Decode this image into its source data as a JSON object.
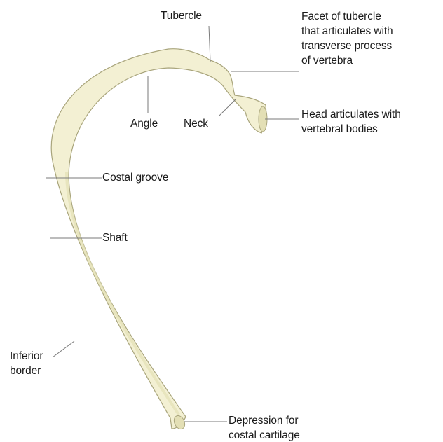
{
  "colors": {
    "bone_fill": "#f3f0d3",
    "bone_shade": "#e3dfb5",
    "bone_outline": "#a9a57c",
    "leader_line": "#7a7a7a",
    "text": "#1a1a1a"
  },
  "labels": {
    "tubercle": "Tubercle",
    "facet": [
      "Facet of tubercle",
      "that articulates with",
      "transverse process",
      "of vertebra"
    ],
    "angle": "Angle",
    "neck": "Neck",
    "head": [
      "Head articulates with",
      "vertebral bodies"
    ],
    "costal_groove": "Costal groove",
    "shaft": "Shaft",
    "inferior_border": [
      "Inferior",
      "border"
    ],
    "depression": [
      "Depression for",
      "costal cartilage"
    ]
  }
}
